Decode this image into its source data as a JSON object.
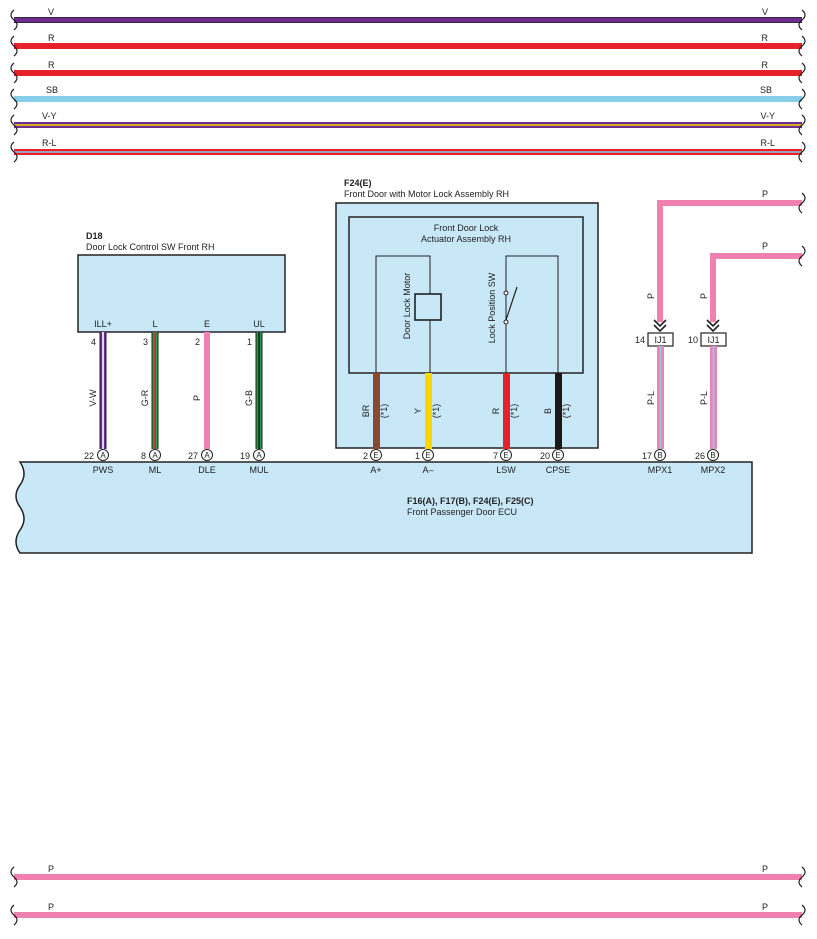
{
  "top_wires": [
    {
      "label": "V",
      "color": "#6e2c91"
    },
    {
      "label": "R",
      "color": "#e8202a"
    },
    {
      "label": "R",
      "color": "#e8202a"
    },
    {
      "label": "SB",
      "color": "#87ceeb"
    },
    {
      "label": "V-Y",
      "color": "#6e2c91",
      "stripe": "#f5d800"
    },
    {
      "label": "R-L",
      "color": "#e8202a",
      "stripe": "#87ceeb"
    }
  ],
  "bottom_wires": [
    {
      "label": "P",
      "color": "#f080b0"
    },
    {
      "label": "P",
      "color": "#f080b0"
    }
  ],
  "d18": {
    "code": "D18",
    "name": "Door Lock Control SW Front RH",
    "terminals": [
      {
        "name": "ILL+",
        "pin": "4",
        "wire": "V-W",
        "ecu_pin": "22",
        "connector": "A",
        "ecu_term": "PWS",
        "color": "#6e2c91",
        "stripe": "#ffffff"
      },
      {
        "name": "L",
        "pin": "3",
        "wire": "G-R",
        "ecu_pin": "8",
        "connector": "A",
        "ecu_term": "ML",
        "color": "#1e9e4a",
        "stripe": "#e8202a"
      },
      {
        "name": "E",
        "pin": "2",
        "wire": "P",
        "ecu_pin": "27",
        "connector": "A",
        "ecu_term": "DLE",
        "color": "#f080b0",
        "stripe": ""
      },
      {
        "name": "UL",
        "pin": "1",
        "wire": "G-B",
        "ecu_pin": "19",
        "connector": "A",
        "ecu_term": "MUL",
        "color": "#1e9e4a",
        "stripe": "#222222"
      }
    ]
  },
  "f24": {
    "code": "F24(E)",
    "name": "Front Door with Motor Lock Assembly RH",
    "actuator_line1": "Front Door Lock",
    "actuator_line2": "Actuator Assembly RH",
    "motor_label": "Door Lock Motor",
    "switch_label": "Lock Position SW",
    "note": "(*1)",
    "wires": [
      {
        "wire": "BR",
        "ecu_pin": "2",
        "connector": "E",
        "ecu_term": "A+",
        "color": "#8b4a2b"
      },
      {
        "wire": "Y",
        "ecu_pin": "1",
        "connector": "E",
        "ecu_term": "A–",
        "color": "#f5d800"
      },
      {
        "wire": "R",
        "ecu_pin": "7",
        "connector": "E",
        "ecu_term": "LSW",
        "color": "#e8202a"
      },
      {
        "wire": "B",
        "ecu_pin": "20",
        "connector": "E",
        "ecu_term": "CPSE",
        "color": "#1a1a1a"
      }
    ]
  },
  "mpx": [
    {
      "in_label": "P",
      "in_wire": "P",
      "ij_pin": "14",
      "ij": "IJ1",
      "out_wire": "P-L",
      "ecu_pin": "17",
      "connector": "B",
      "ecu_term": "MPX1"
    },
    {
      "in_label": "P",
      "in_wire": "P",
      "ij_pin": "10",
      "ij": "IJ1",
      "out_wire": "P-L",
      "ecu_pin": "26",
      "connector": "B",
      "ecu_term": "MPX2"
    }
  ],
  "ecu": {
    "codes": "F16(A), F17(B), F24(E), F25(C)",
    "name": "Front Passenger Door ECU"
  },
  "colors": {
    "ecu_fill": "#c8e8f8",
    "pink": "#f080b0",
    "pl_stripe": "#87ceeb"
  }
}
